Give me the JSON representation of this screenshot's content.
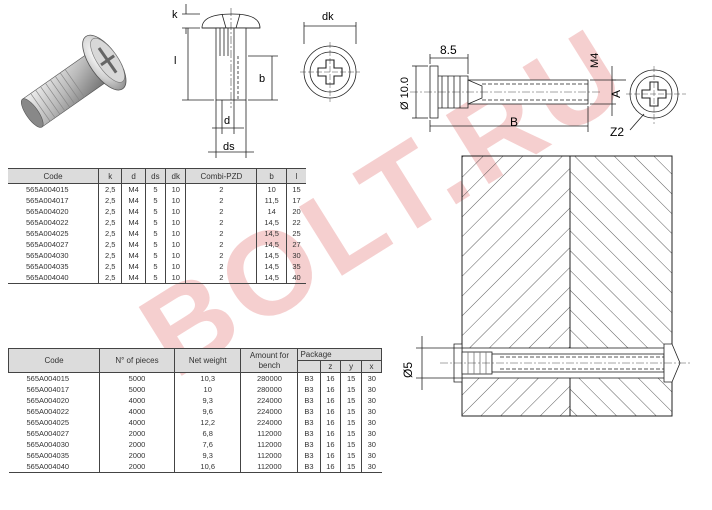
{
  "drawing_labels": {
    "k": "k",
    "l": "l",
    "b": "b",
    "d": "d",
    "ds": "ds",
    "dk": "dk",
    "dim_8_5": "8.5",
    "m4": "M4",
    "dia_10": "Ø 10.0",
    "a": "A",
    "b_cap": "B",
    "z2": "Z2",
    "dia_5": "Ø5"
  },
  "watermark": "BOLT.RU",
  "table1": {
    "headers": [
      "Code",
      "k",
      "d",
      "ds",
      "dk",
      "Combi-PZD",
      "b",
      "l"
    ],
    "rows": [
      [
        "565A004015",
        "2,5",
        "M4",
        "5",
        "10",
        "2",
        "10",
        "15"
      ],
      [
        "565A004017",
        "2,5",
        "M4",
        "5",
        "10",
        "2",
        "11,5",
        "17"
      ],
      [
        "565A004020",
        "2,5",
        "M4",
        "5",
        "10",
        "2",
        "14",
        "20"
      ],
      [
        "565A004022",
        "2,5",
        "M4",
        "5",
        "10",
        "2",
        "14,5",
        "22"
      ],
      [
        "565A004025",
        "2,5",
        "M4",
        "5",
        "10",
        "2",
        "14,5",
        "25"
      ],
      [
        "565A004027",
        "2,5",
        "M4",
        "5",
        "10",
        "2",
        "14,5",
        "27"
      ],
      [
        "565A004030",
        "2,5",
        "M4",
        "5",
        "10",
        "2",
        "14,5",
        "30"
      ],
      [
        "565A004035",
        "2,5",
        "M4",
        "5",
        "10",
        "2",
        "14,5",
        "35"
      ],
      [
        "565A004040",
        "2,5",
        "M4",
        "5",
        "10",
        "2",
        "14,5",
        "40"
      ]
    ]
  },
  "table2": {
    "headers": [
      "Code",
      "N° of pieces",
      "Net weight",
      "Amount for bench",
      "Package"
    ],
    "package_sub": [
      "",
      "z",
      "y",
      "x"
    ],
    "rows": [
      [
        "565A004015",
        "5000",
        "10,3",
        "280000",
        "B3",
        "16",
        "15",
        "30"
      ],
      [
        "565A004017",
        "5000",
        "10",
        "280000",
        "B3",
        "16",
        "15",
        "30"
      ],
      [
        "565A004020",
        "4000",
        "9,3",
        "224000",
        "B3",
        "16",
        "15",
        "30"
      ],
      [
        "565A004022",
        "4000",
        "9,6",
        "224000",
        "B3",
        "16",
        "15",
        "30"
      ],
      [
        "565A004025",
        "4000",
        "12,2",
        "224000",
        "B3",
        "16",
        "15",
        "30"
      ],
      [
        "565A004027",
        "2000",
        "6,8",
        "112000",
        "B3",
        "16",
        "15",
        "30"
      ],
      [
        "565A004030",
        "2000",
        "7,6",
        "112000",
        "B3",
        "16",
        "15",
        "30"
      ],
      [
        "565A004035",
        "2000",
        "9,3",
        "112000",
        "B3",
        "16",
        "15",
        "30"
      ],
      [
        "565A004040",
        "2000",
        "10,6",
        "112000",
        "B3",
        "16",
        "15",
        "30"
      ]
    ]
  }
}
